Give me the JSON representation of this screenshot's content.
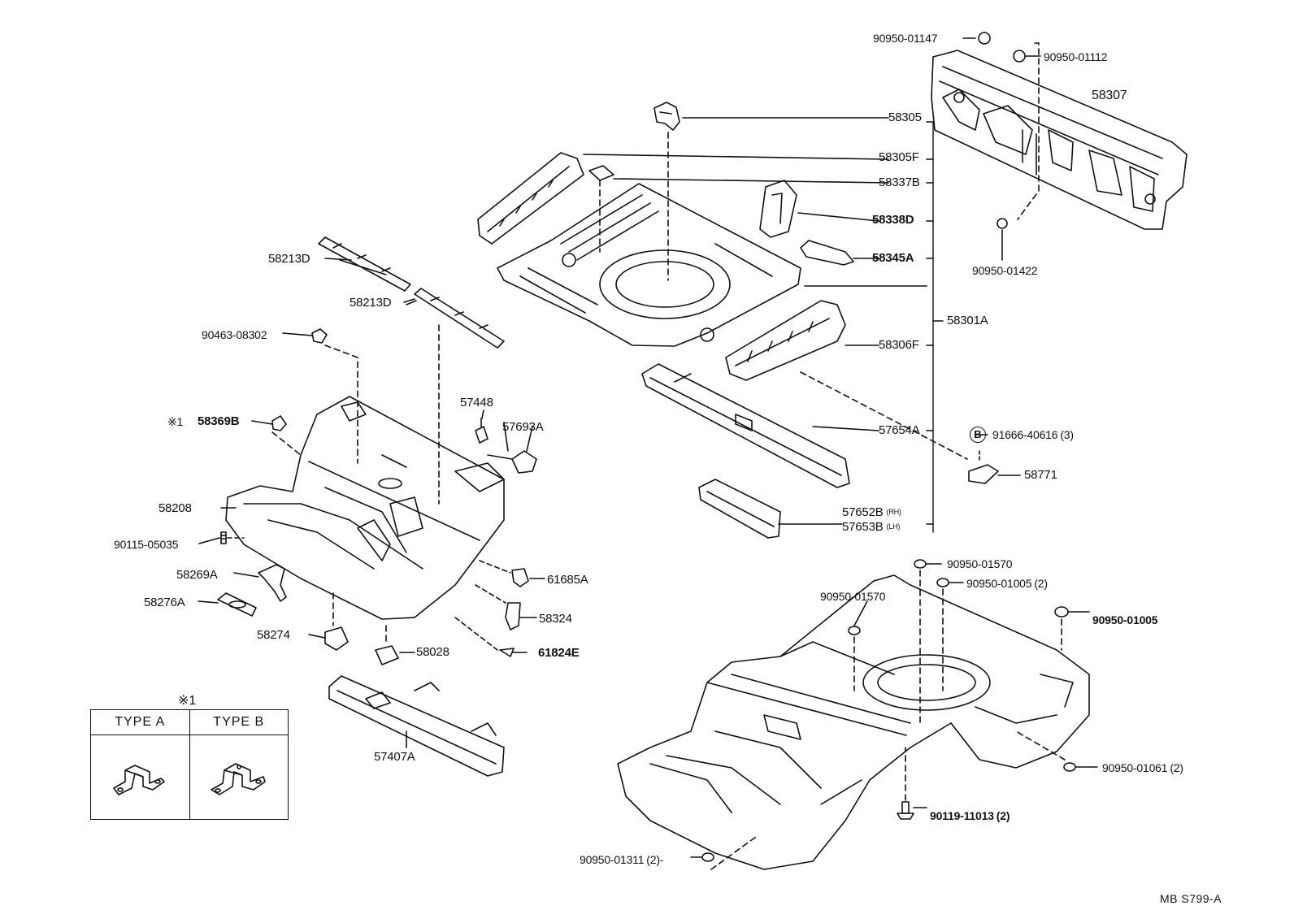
{
  "labels": {
    "p90950_01147": "90950-01147",
    "p90950_01112": "90950-01112",
    "p58307": "58307",
    "p58305": "58305",
    "p58305F": "58305F",
    "p58337B": "58337B",
    "p58338D": "58338D",
    "p58345A": "58345A",
    "p90950_01422": "90950-01422",
    "p58301A": "58301A",
    "p58306F": "58306F",
    "p57654A": "57654A",
    "p91666_40616": "91666-40616",
    "p91666_40616_qty": "(3)",
    "callout_b": "B",
    "p58771": "58771",
    "p57652B": "57652B",
    "p57652B_side": "(RH)",
    "p57653B": "57653B",
    "p57653B_side": "(LH)",
    "p58213D_a": "58213D",
    "p58213D_b": "58213D",
    "p90463_08302": "90463-08302",
    "p57448": "57448",
    "p57693A": "57693A",
    "p58369B_mark": "※1",
    "p58369B": "58369B",
    "p58208": "58208",
    "p90115_05035": "90115-05035",
    "p58269A": "58269A",
    "p58276A": "58276A",
    "p58274": "58274",
    "p58028": "58028",
    "p61685A": "61685A",
    "p58324": "58324",
    "p61824E": "61824E",
    "p57407A": "57407A",
    "p90950_01570_a": "90950-01570",
    "p90950_01570_b": "90950-01570",
    "p90950_01005_a": "90950-01005",
    "p90950_01005_a_qty": "(2)",
    "p90950_01005_b": "90950-01005",
    "p90950_01061": "90950-01061",
    "p90950_01061_qty": "(2)",
    "p90119_11013": "90119-11013",
    "p90119_11013_qty": "(2)",
    "p90950_01311": "90950-01311",
    "p90950_01311_qty": "(2)-"
  },
  "type_table": {
    "title": "※1",
    "type_a": "TYPE  A",
    "type_b": "TYPE  B"
  },
  "footer": {
    "code": "MB  S799-A"
  }
}
